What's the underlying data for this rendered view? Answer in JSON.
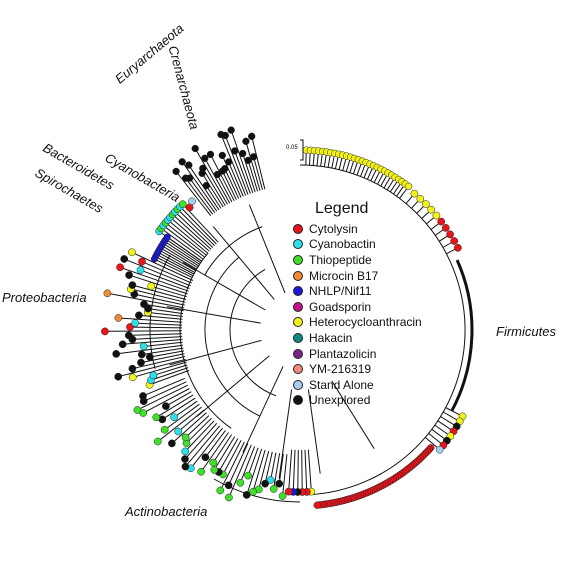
{
  "legend": {
    "title": "Legend",
    "items": [
      {
        "label": "Cytolysin",
        "color": "#e8141b"
      },
      {
        "label": "Cyanobactin",
        "color": "#2be0e8"
      },
      {
        "label": "Thiopeptide",
        "color": "#3fe02a"
      },
      {
        "label": "Microcin B17",
        "color": "#ef8a35"
      },
      {
        "label": "NHLP/Nif11",
        "color": "#1a1ad6"
      },
      {
        "label": "Goadsporin",
        "color": "#c0148f"
      },
      {
        "label": "Heterocycloanthracin",
        "color": "#f2f21a"
      },
      {
        "label": "Hakacin",
        "color": "#0e8a86"
      },
      {
        "label": "Plantazolicin",
        "color": "#7b2183"
      },
      {
        "label": "YM-216319",
        "color": "#f08a7e"
      },
      {
        "label": "Stand Alone",
        "color": "#a6cdee"
      },
      {
        "label": "Unexplored",
        "color": "#111111"
      }
    ]
  },
  "phyla": {
    "crenarchaeota": "Crenarchaeota",
    "euryarchaeota": "Euryarchaeota",
    "bacteroidetes": "Bacteroidetes",
    "cyanobacteria": "Cyanobacteria",
    "spirochaetes": "Spirochaetes",
    "proteobacteria": "Proteobacteria",
    "firmicutes": "Firmicutes",
    "actinobacteria": "Actinobacteria"
  },
  "scale_bar": {
    "label": "0.05"
  }
}
